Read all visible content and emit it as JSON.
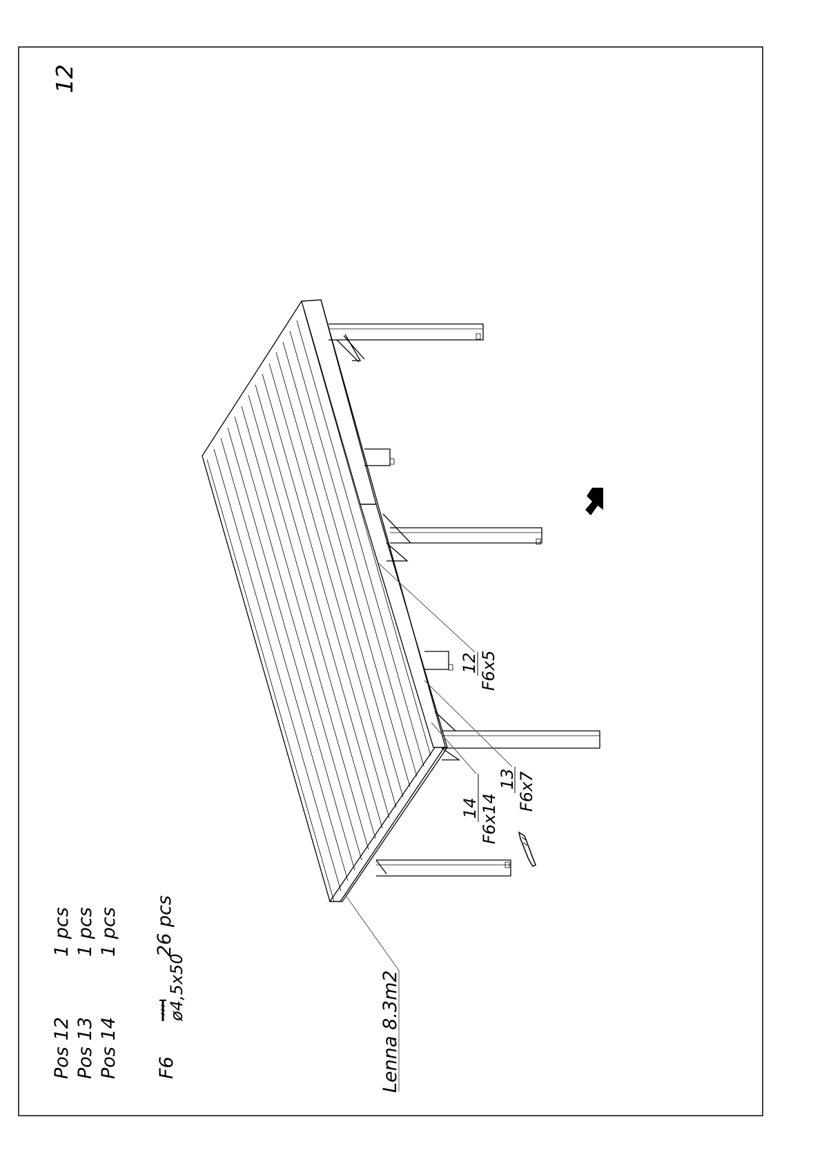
{
  "page_number": "12",
  "parts_list": [
    {
      "pos": "Pos 12",
      "qty": "1 pcs"
    },
    {
      "pos": "Pos 13",
      "qty": "1 pcs"
    },
    {
      "pos": "Pos 14",
      "qty": "1 pcs"
    }
  ],
  "fastener": {
    "code": "F6",
    "size": "ø4,5x50",
    "qty": "26 pcs",
    "icon": "screw-icon"
  },
  "callouts": [
    {
      "num": "12",
      "code": "F6x5"
    },
    {
      "num": "13",
      "code": "F6x7"
    },
    {
      "num": "14",
      "code": "F6x14"
    }
  ],
  "material_label": "Lenna 8.3m2",
  "icons": {
    "direction": "arrow-icon",
    "tool": "screwdriver-icon"
  },
  "colors": {
    "line": "#000000",
    "highlight": "#c8c8c8",
    "background": "#ffffff"
  }
}
